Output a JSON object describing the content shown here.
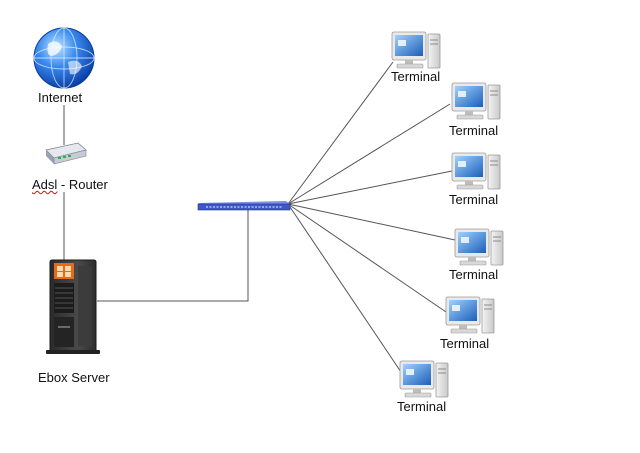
{
  "nodes": {
    "internet": {
      "label": "Internet",
      "icon": "globe-icon"
    },
    "router": {
      "label_word": "Adsl",
      "label_rest": " - Router",
      "icon": "adsl-router-icon"
    },
    "server": {
      "label": "Ebox Server",
      "icon": "server-tower-icon"
    },
    "switch": {
      "icon": "network-switch-icon"
    },
    "terminals": [
      {
        "label": "Terminal",
        "icon": "desktop-computer-icon"
      },
      {
        "label": "Terminal",
        "icon": "desktop-computer-icon"
      },
      {
        "label": "Terminal",
        "icon": "desktop-computer-icon"
      },
      {
        "label": "Terminal",
        "icon": "desktop-computer-icon"
      },
      {
        "label": "Terminal",
        "icon": "desktop-computer-icon"
      },
      {
        "label": "Terminal",
        "icon": "desktop-computer-icon"
      }
    ]
  },
  "colors": {
    "globe": "#1f6fe0",
    "switch": "#3e58c8",
    "server": "#3a3a3a",
    "server_badge": "#e86a18",
    "line": "#555555"
  }
}
